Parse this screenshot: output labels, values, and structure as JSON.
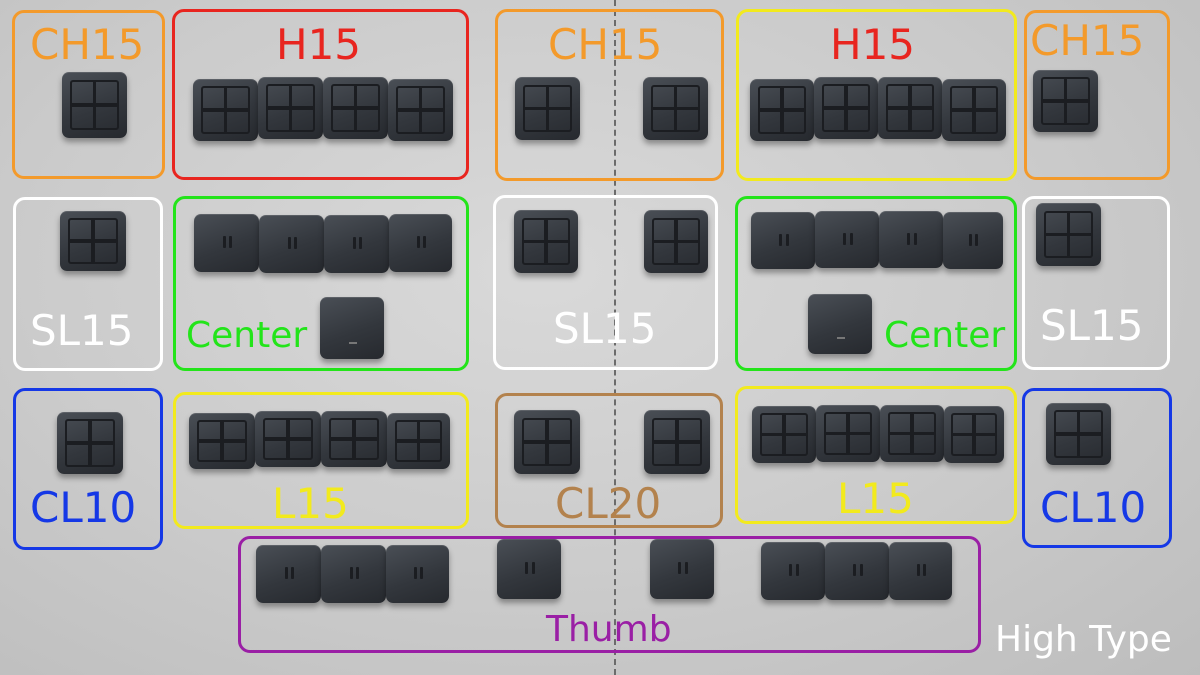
{
  "labels": {
    "ch15_a": "CH15",
    "h15_a": "H15",
    "ch15_b": "CH15",
    "h15_b": "H15",
    "ch15_c": "CH15",
    "sl15_a": "SL15",
    "center_a": "Center",
    "sl15_b": "SL15",
    "center_b": "Center",
    "sl15_c": "SL15",
    "cl10_a": "CL10",
    "l15_a": "L15",
    "cl20": "CL20",
    "l15_b": "L15",
    "cl10_b": "CL10",
    "thumb": "Thumb",
    "high_type": "High Type"
  },
  "colors": {
    "orange": "#f39a2b",
    "red": "#e8251f",
    "yellow": "#f2ea1d",
    "white": "#ffffff",
    "green": "#23e41a",
    "blue": "#1538e6",
    "brown": "#b3824d",
    "purple": "#9a1fa5",
    "keycap": "#33373d"
  }
}
